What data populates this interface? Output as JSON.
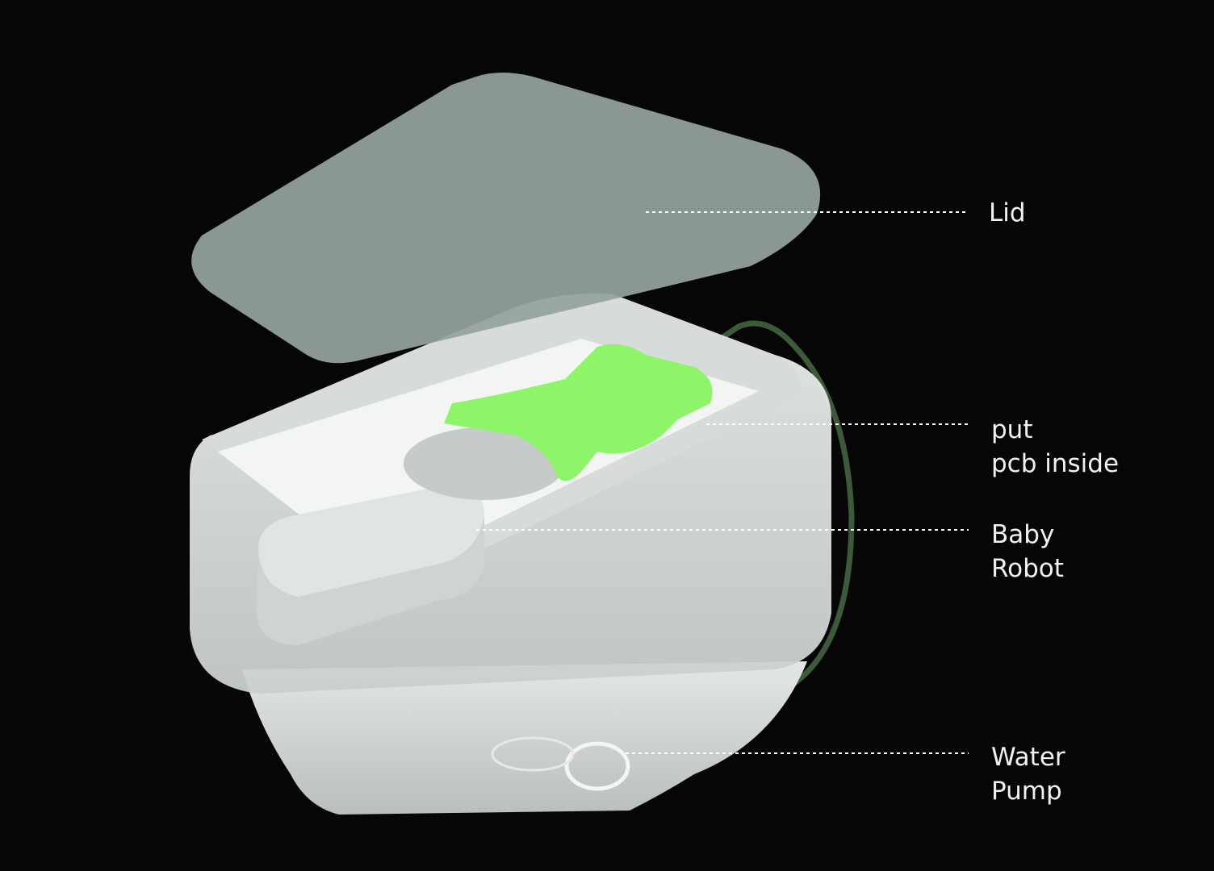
{
  "labels": {
    "lid": "Lid",
    "pcb_line1": "put",
    "pcb_line2": "pcb inside",
    "robot_line1": "Baby",
    "robot_line2": "Robot",
    "pump_line1": "Water",
    "pump_line2": "Pump"
  },
  "colors": {
    "background": "#060606",
    "pcb": "#8ef56a",
    "tube": "#3c5a3a",
    "lid": "#96a29e",
    "body": "#dfe4e2"
  }
}
